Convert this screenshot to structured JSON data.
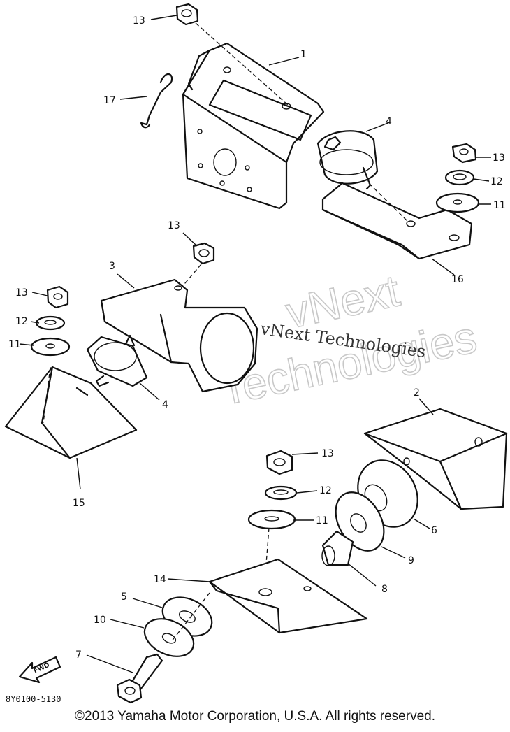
{
  "diagram": {
    "part_numbers": {
      "p1": "1",
      "p2": "2",
      "p3": "3",
      "p4a": "4",
      "p4b": "4",
      "p5": "5",
      "p6": "6",
      "p7": "7",
      "p8": "8",
      "p9": "9",
      "p10": "10",
      "p11a": "11",
      "p11b": "11",
      "p11c": "11",
      "p12a": "12",
      "p12b": "12",
      "p12c": "12",
      "p13a": "13",
      "p13b": "13",
      "p13c": "13",
      "p13d": "13",
      "p13e": "13",
      "p14": "14",
      "p15": "15",
      "p16": "16",
      "p17": "17"
    },
    "diagram_code": "8Y0100-5130",
    "fwd_label": "FWD",
    "watermark_outline": [
      "vNext",
      "Technologies"
    ],
    "watermark_text": "vNext Technologies"
  },
  "copyright": "©2013 Yamaha Motor Corporation, U.S.A. All rights reserved."
}
